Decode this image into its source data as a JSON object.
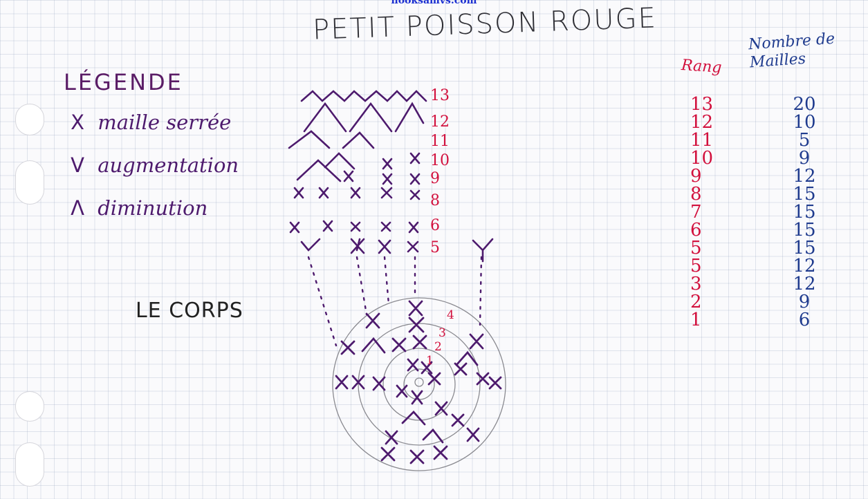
{
  "watermark": "hooksamvs.com",
  "title": "PETIT POISSON ROUGE",
  "legend": {
    "title": "LÉGENDE",
    "items": [
      {
        "symbol": "X",
        "label": "maille serrée",
        "icon": "single-crochet-x-icon"
      },
      {
        "symbol": "V",
        "label": "augmentation",
        "icon": "increase-v-icon"
      },
      {
        "symbol": "Λ",
        "label": "diminution",
        "icon": "decrease-lambda-icon"
      }
    ]
  },
  "section_label": "LE CORPS",
  "tail_rows": [
    "13",
    "12",
    "11",
    "10",
    "9",
    "8",
    "6",
    "5"
  ],
  "body_rounds": [
    "4",
    "3",
    "2",
    "1"
  ],
  "table": {
    "rang_header": "Rang",
    "mailles_header_line1": "Nombre de",
    "mailles_header_line2": "Mailles",
    "rows": [
      {
        "rang": "13",
        "mailles": "20"
      },
      {
        "rang": "12",
        "mailles": "10"
      },
      {
        "rang": "11",
        "mailles": "5"
      },
      {
        "rang": "10",
        "mailles": "9"
      },
      {
        "rang": "9",
        "mailles": "12"
      },
      {
        "rang": "8",
        "mailles": "15"
      },
      {
        "rang": "7",
        "mailles": "15"
      },
      {
        "rang": "6",
        "mailles": "15"
      },
      {
        "rang": "5",
        "mailles": "15"
      },
      {
        "rang": "5",
        "mailles": "12"
      },
      {
        "rang": "3",
        "mailles": "12"
      },
      {
        "rang": "2",
        "mailles": "9"
      },
      {
        "rang": "1",
        "mailles": "6"
      }
    ]
  },
  "colors": {
    "ink_purple": "#4d1a6d",
    "ink_red": "#d2103d",
    "ink_blue": "#1f3b8e",
    "pencil": "#8a8a90"
  }
}
